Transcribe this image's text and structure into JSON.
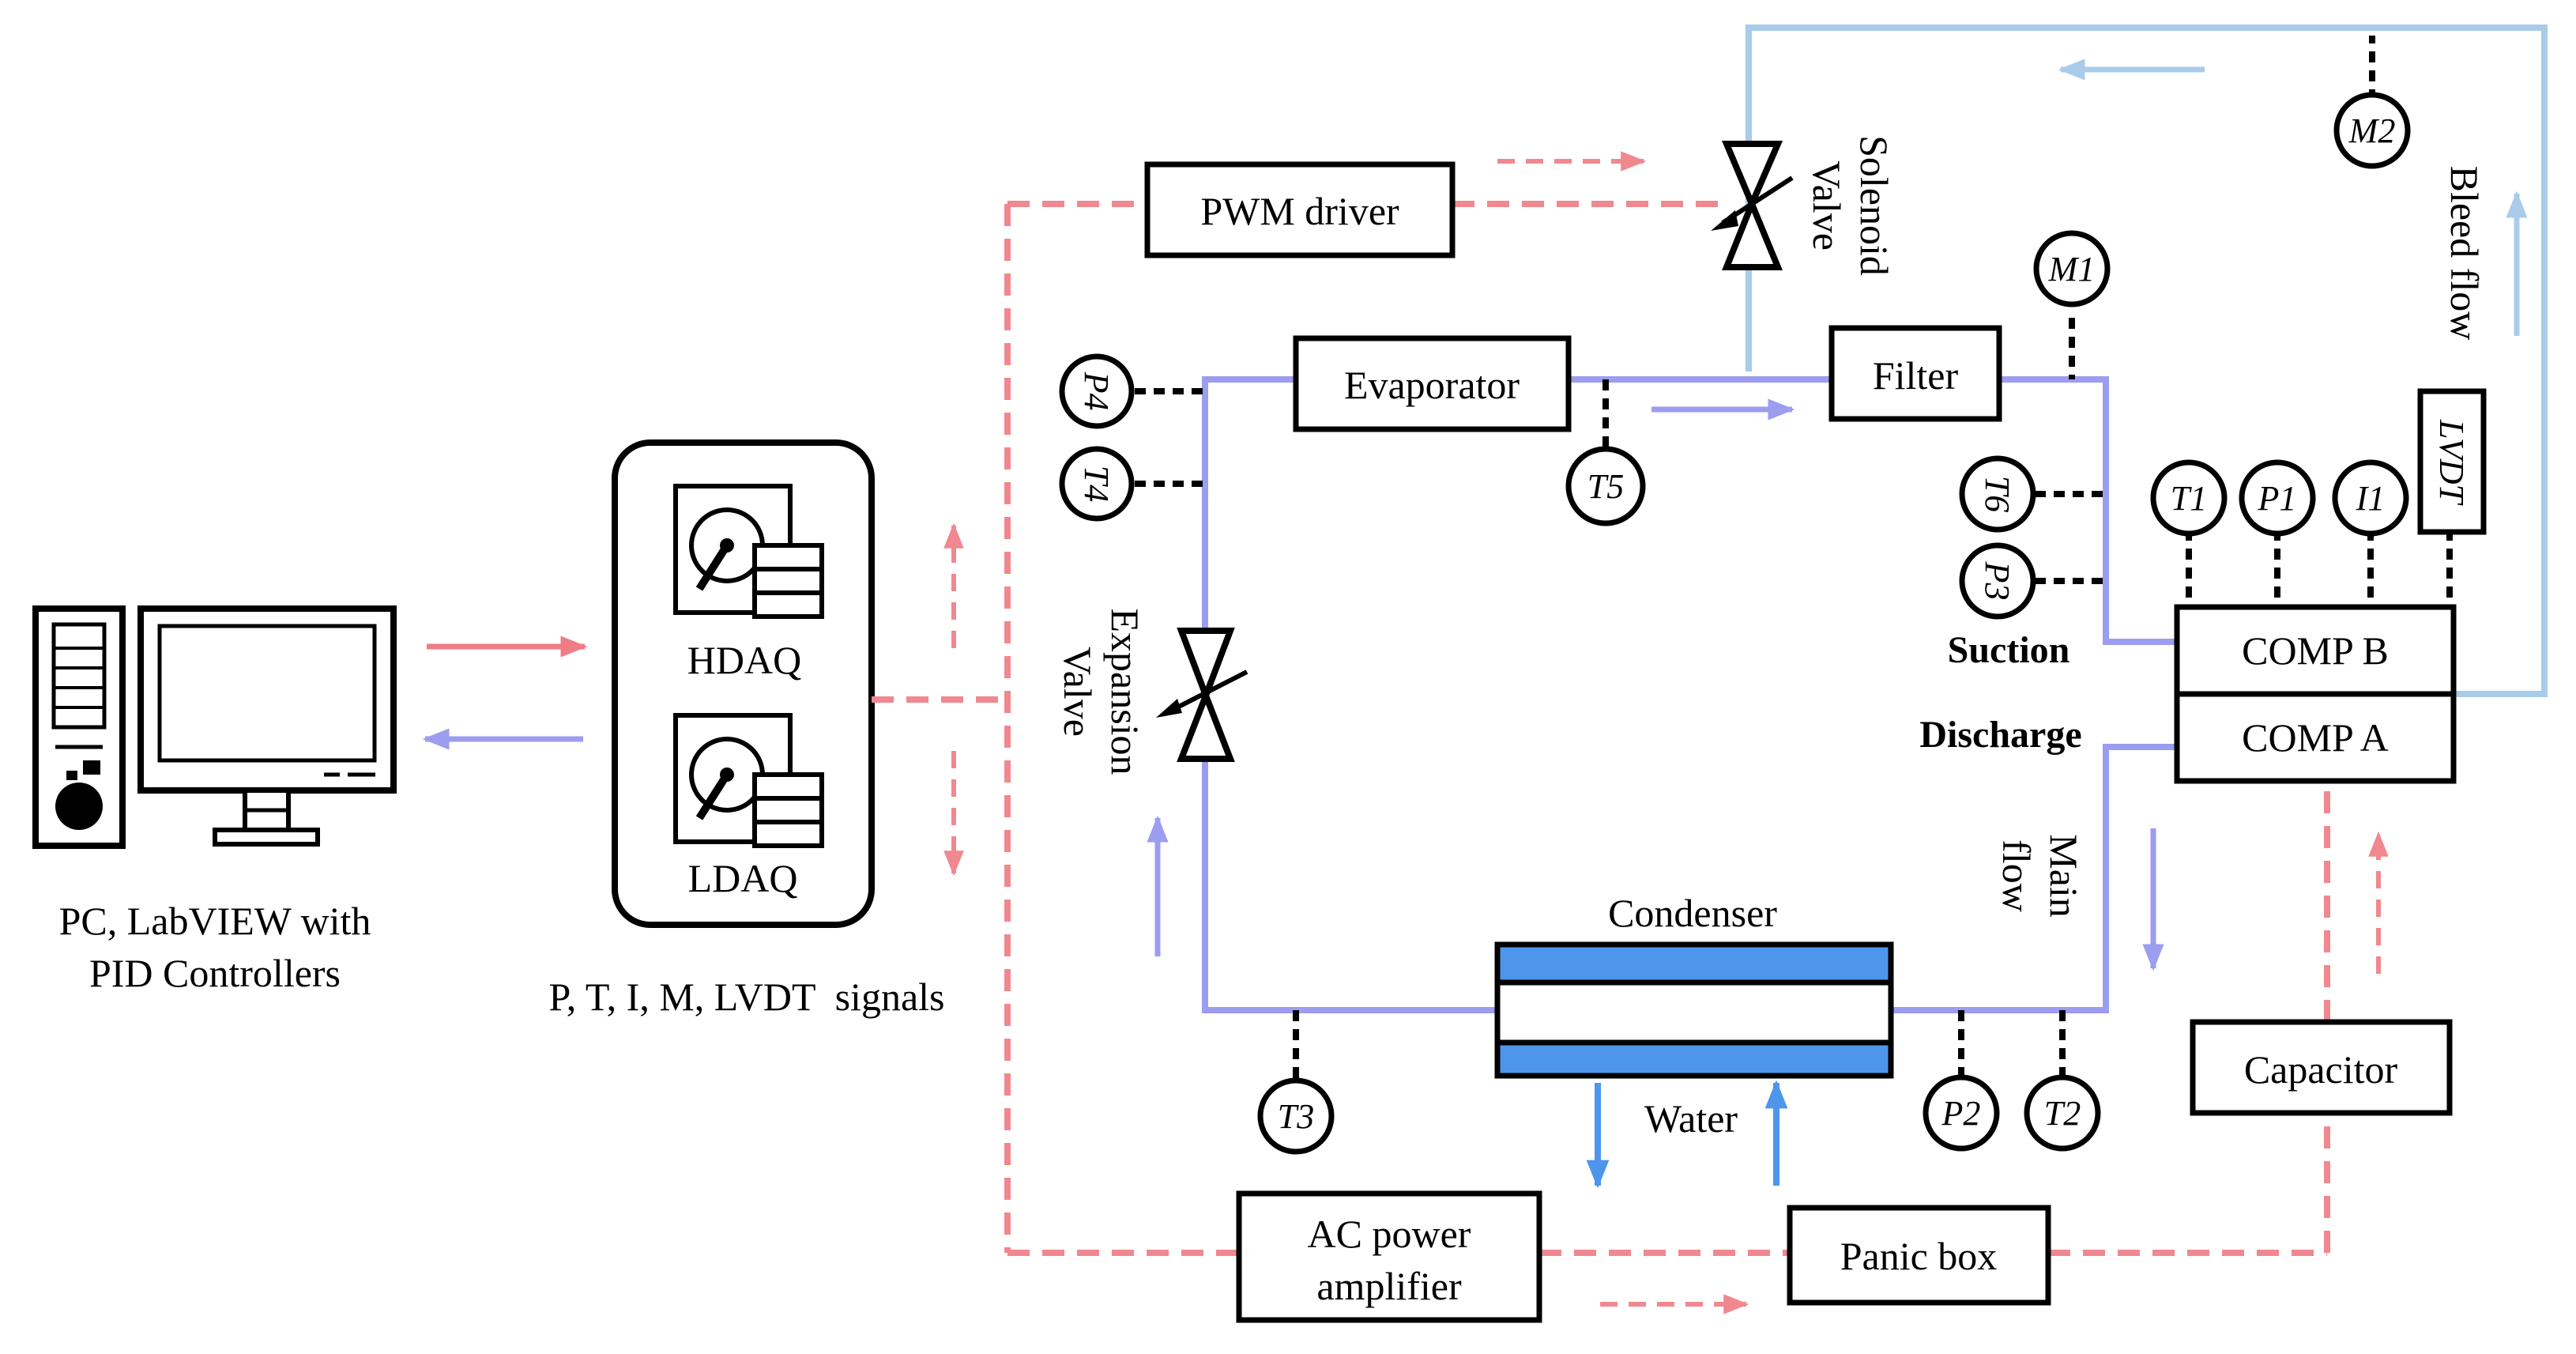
{
  "colors": {
    "signal_red": "#F08890",
    "main_loop": "#9C9CF0",
    "bleed_loop": "#A8CCEA",
    "water_blue": "#4E95EC",
    "pc_to_daq": "#F07C86",
    "daq_to_pc": "#9C9CF0"
  },
  "pc": {
    "caption_line1": "PC, LabVIEW with",
    "caption_line2": "PID Controllers"
  },
  "daq": {
    "hdaq_label": "HDAQ",
    "ldaq_label": "LDAQ",
    "signals_caption": "P, T, I, M, LVDT  signals"
  },
  "components": {
    "pwm_driver": "PWM driver",
    "evaporator": "Evaporator",
    "filter": "Filter",
    "comp_b": "COMP B",
    "comp_a": "COMP A",
    "condenser": "Condenser",
    "capacitor": "Capacitor",
    "ac_amp_line1": "AC power",
    "ac_amp_line2": "amplifier",
    "panic_box": "Panic box"
  },
  "labels": {
    "solenoid_line1": "Solenoid",
    "solenoid_line2": "Valve",
    "expansion_line1": "Expansion",
    "expansion_line2": "Valve",
    "bleed_flow": "Bleed flow",
    "main_flow_line1": "Main",
    "main_flow_line2": "flow",
    "suction": "Suction",
    "discharge": "Discharge",
    "water": "Water"
  },
  "sensors": {
    "p4": "P4",
    "t4": "T4",
    "t5": "T5",
    "m1": "M1",
    "m2": "M2",
    "t6": "T6",
    "p3": "P3",
    "t1": "T1",
    "p1": "P1",
    "i1": "I1",
    "lvdt": "LVDT",
    "t3": "T3",
    "p2": "P2",
    "t2": "T2"
  }
}
